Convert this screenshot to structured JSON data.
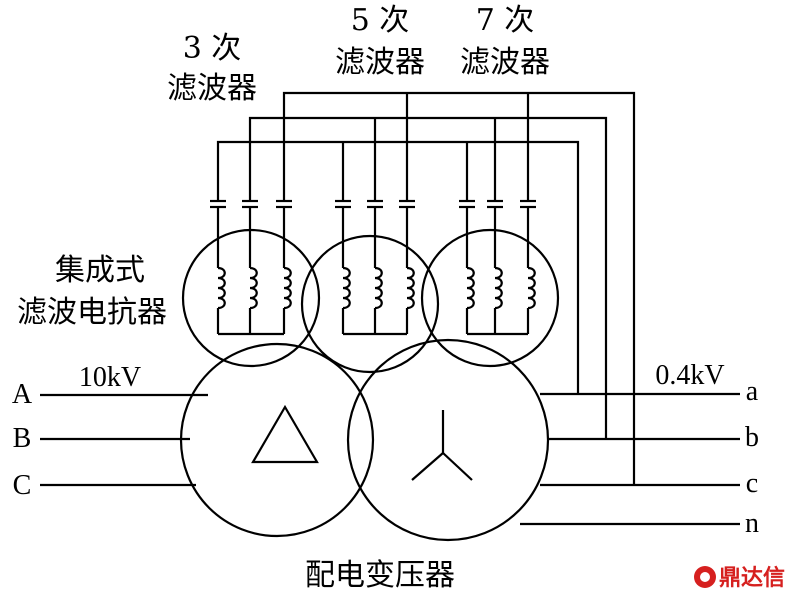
{
  "filters": {
    "f3": {
      "order": "3 次",
      "name": "滤波器"
    },
    "f5": {
      "order": "5 次",
      "name": "滤波器"
    },
    "f7": {
      "order": "7 次",
      "name": "滤波器"
    }
  },
  "reactor": {
    "line1": "集成式",
    "line2": "滤波电抗器"
  },
  "hv_side": {
    "voltage": "10kV",
    "phases": [
      "A",
      "B",
      "C"
    ]
  },
  "lv_side": {
    "voltage": "0.4kV",
    "phases": [
      "a",
      "b",
      "c",
      "n"
    ]
  },
  "transformer": {
    "label": "配电变压器"
  },
  "watermark": {
    "text": "鼎达信"
  }
}
